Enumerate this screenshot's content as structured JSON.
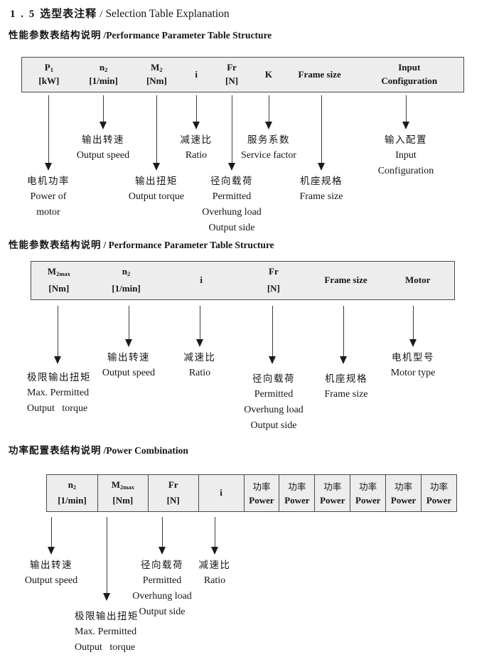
{
  "title": {
    "num": "1 . 5",
    "zh": "选型表注释",
    "sep": "/",
    "en": "Selection Table Explanation"
  },
  "s1": {
    "heading": {
      "zh": "性能参数表结构说明",
      "en": "/Performance Parameter Table Structure"
    },
    "table": {
      "c0": {
        "sym": "P",
        "sub": "1",
        "unit": "[kW]"
      },
      "c1": {
        "sym": "n",
        "sub": "2",
        "unit": "[1/min]"
      },
      "c2": {
        "sym": "M",
        "sub": "2",
        "unit": "[Nm]"
      },
      "c3": {
        "sym": "i"
      },
      "c4": {
        "sym": "Fr",
        "unit": "[N]"
      },
      "c5": {
        "sym": "K"
      },
      "c6": {
        "sym": "Frame size"
      },
      "c7": {
        "line1": "Input",
        "line2": "Configuration"
      }
    },
    "callouts": {
      "p1": {
        "zh": "电机功率",
        "en1": "Power of",
        "en2": "motor"
      },
      "n2": {
        "zh": "输出转速",
        "en1": "Output speed"
      },
      "m2": {
        "zh": "输出扭矩",
        "en1": "Output torque"
      },
      "i": {
        "zh": "减速比",
        "en1": "Ratio"
      },
      "fr": {
        "zh": "径向载荷",
        "en1": "Permitted",
        "en2": "Overhung load",
        "en3": "Output side"
      },
      "k": {
        "zh": "服务系数",
        "en1": "Service factor"
      },
      "frame": {
        "zh": "机座规格",
        "en1": "Frame size"
      },
      "input": {
        "zh": "输入配置",
        "en1": "Input",
        "en2": "Configuration"
      }
    }
  },
  "s2": {
    "heading": {
      "zh": "性能参数表结构说明",
      "en": "/ Performance Parameter Table Structure"
    },
    "table": {
      "c0": {
        "sym": "M",
        "sub": "2max",
        "unit": "[Nm]"
      },
      "c1": {
        "sym": "n",
        "sub": "2",
        "unit": "[1/min]"
      },
      "c2": {
        "sym": "i"
      },
      "c3": {
        "sym": "Fr",
        "unit": "[N]"
      },
      "c4": {
        "sym": "Frame size"
      },
      "c5": {
        "sym": "Motor"
      }
    },
    "callouts": {
      "m2max": {
        "zh": "极限输出扭矩",
        "en1": "Max. Permitted",
        "en2": "Output torque"
      },
      "n2": {
        "zh": "输出转速",
        "en1": "Output speed"
      },
      "i": {
        "zh": "减速比",
        "en1": "Ratio"
      },
      "fr": {
        "zh": "径向载荷",
        "en1": "Permitted",
        "en2": "Overhung load",
        "en3": "Output side"
      },
      "frame": {
        "zh": "机座规格",
        "en1": "Frame size"
      },
      "motor": {
        "zh": "电机型号",
        "en1": "Motor type"
      }
    }
  },
  "s3": {
    "heading": {
      "zh": "功率配置表结构说明",
      "en": "/Power Combination"
    },
    "table": {
      "c0": {
        "sym": "n",
        "sub": "2",
        "unit": "[1/min]"
      },
      "c1": {
        "sym": "M",
        "sub": "2max",
        "unit": "[Nm]"
      },
      "c2": {
        "sym": "Fr",
        "unit": "[N]"
      },
      "c3": {
        "sym": "i"
      },
      "power": {
        "zh": "功率",
        "en": "Power"
      }
    },
    "callouts": {
      "n2": {
        "zh": "输出转速",
        "en1": "Output speed"
      },
      "m2max": {
        "zh": "极限输出扭矩",
        "en1": "Max. Permitted",
        "en2": "Output torque"
      },
      "fr": {
        "zh": "径向载荷",
        "en1": "Permitted",
        "en2": "Overhung load",
        "en3": "Output side"
      },
      "i": {
        "zh": "减速比",
        "en1": "Ratio"
      }
    }
  }
}
